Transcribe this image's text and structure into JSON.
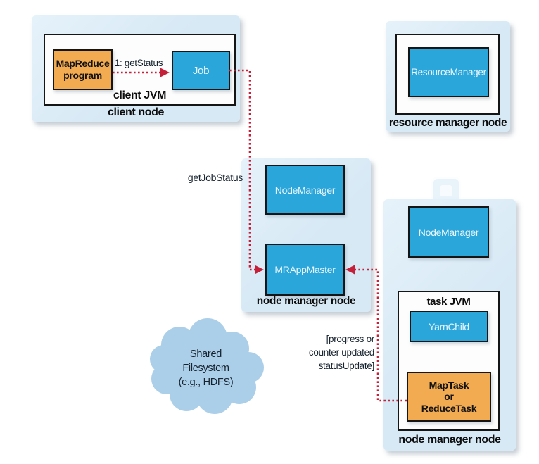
{
  "colors": {
    "node_bg": "#d7e9f5",
    "node_bg_light": "#e6f2fa",
    "box_blue": "#2aa6da",
    "box_orange": "#f2ab50",
    "arrow_red": "#c5203a",
    "cloud_fill": "#abcfe9",
    "border_dark": "#151515",
    "box_text": "#eaf6fd"
  },
  "client_node": {
    "label": "client node",
    "jvm_label": "client JVM",
    "program_label": "MapReduce\nprogram",
    "job_label": "Job"
  },
  "resource_manager_node": {
    "label": "resource manager node",
    "resourcemanager_label": "ResourceManager"
  },
  "app_master_node": {
    "label": "node manager node",
    "nodemanager_label": "NodeManager",
    "mrappmaster_label": "MRAppMaster"
  },
  "task_node": {
    "label": "node manager node",
    "nodemanager_label": "NodeManager",
    "jvm_label": "task JVM",
    "yarnchild_label": "YarnChild",
    "task_label": "MapTask\nor\nReduceTask"
  },
  "cloud": {
    "text": "Shared\nFilesystem\n(e.g., HDFS)"
  },
  "arrows": {
    "get_status": "1: getStatus",
    "get_job_status": "getJobStatus",
    "status_update": "[progress or\ncounter updated\nstatusUpdate]"
  }
}
